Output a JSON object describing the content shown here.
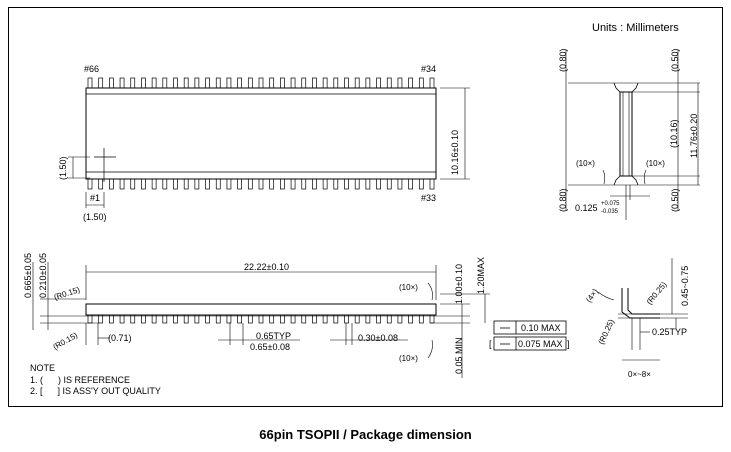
{
  "units": "Units : Millimeters",
  "caption": "66pin TSOPII / Package dimension",
  "top_view": {
    "pin_first_top": "#66",
    "pin_last_top": "#34",
    "pin_first_bottom": "#1",
    "pin_last_bottom": "#33",
    "body_width": "10.16±0.10",
    "pin1_mark_v": "(1.50)",
    "pin1_mark_h": "(1.50)"
  },
  "side_view": {
    "lead_top": "(0.80)",
    "lead_bottom": "(0.80)",
    "right_top": "(0.50)",
    "right_bottom": "(0.50)",
    "body": "(10.16)",
    "overall": "11.76±0.20",
    "angle_left": "(10×)",
    "angle_right": "(10×)",
    "lead_thick_base": "0.125",
    "lead_thick_plus": "+0.075",
    "lead_thick_minus": "-0.035"
  },
  "front_view": {
    "length": "22.22±0.10",
    "h1": "0.665±0.05",
    "h2": "0.210±0.05",
    "r_top": "(R0.15)",
    "r_bottom": "(R0.15)",
    "angle_top": "(10×)",
    "angle_bottom": "(10×)",
    "body_h": "1.00±0.10",
    "max_h": "1.20MAX",
    "standoff": "0.05 MIN",
    "end": "(0.71)",
    "pitch_typ": "0.65TYP",
    "pitch": "0.65±0.08",
    "lead_w": "0.30±0.08",
    "flat1": "0.10 MAX",
    "flat2": "0.075 MAX"
  },
  "detail_view": {
    "angle": "(4×)",
    "r_top": "(R0.25)",
    "r_bottom": "(R0.25)",
    "foot": "0.45~0.75",
    "gauge": "0.25TYP",
    "angle_range": "0×~8×"
  },
  "notes": {
    "title": "NOTE",
    "n1": "1. (      ) IS REFERENCE",
    "n2": "2. [      ] IS ASS'Y OUT QUALITY"
  }
}
